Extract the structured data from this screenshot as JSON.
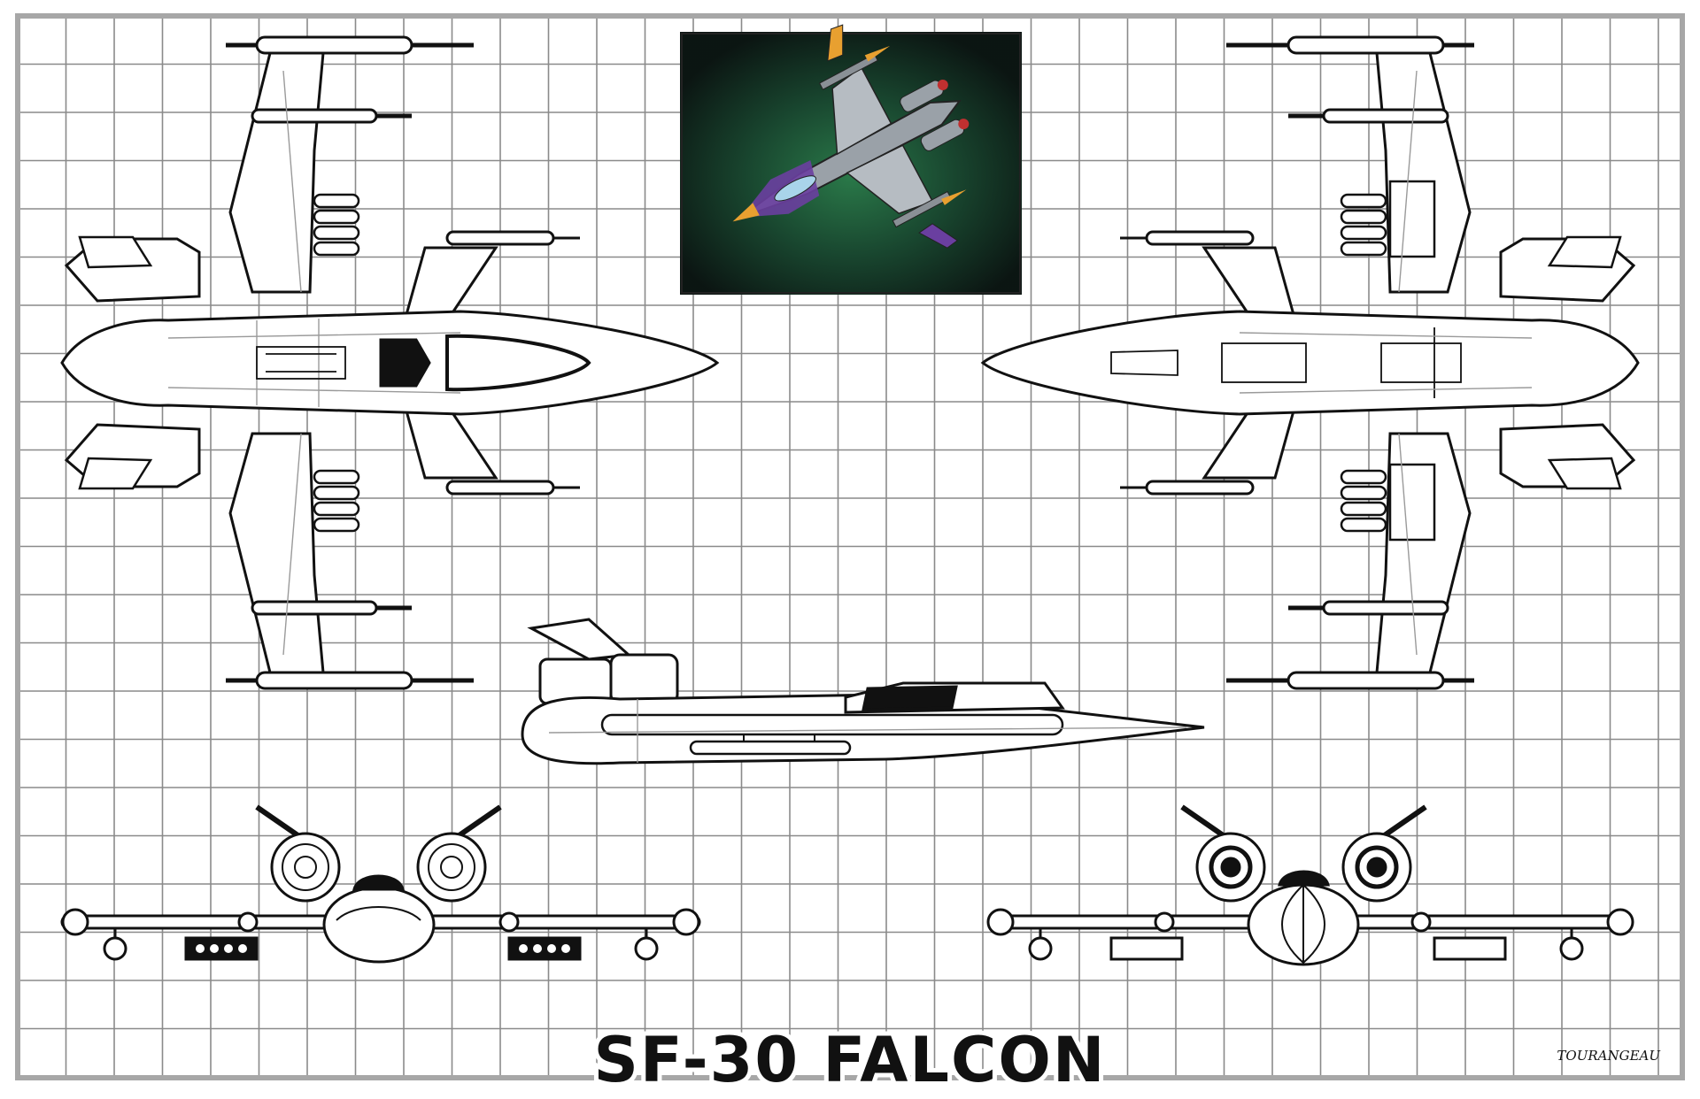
{
  "title": "SF-30 FALCON",
  "signature": "TOURANGEAU",
  "colors": {
    "grid": "#8a8a8a",
    "frame": "#a7a7a7",
    "ink": "#111111",
    "panel_line": "#9a9a9a",
    "art_bg": "#0d1a16",
    "nebula": "#1f6a3c",
    "hull_gray": "#9aa1a8",
    "accent_orange": "#e8a030",
    "accent_purple": "#6a3fa0"
  },
  "views": {
    "top": "top-view",
    "bottom": "bottom-view",
    "side": "side-view",
    "front": "front-view",
    "rear": "rear-view",
    "color_art": "color-illustration"
  }
}
